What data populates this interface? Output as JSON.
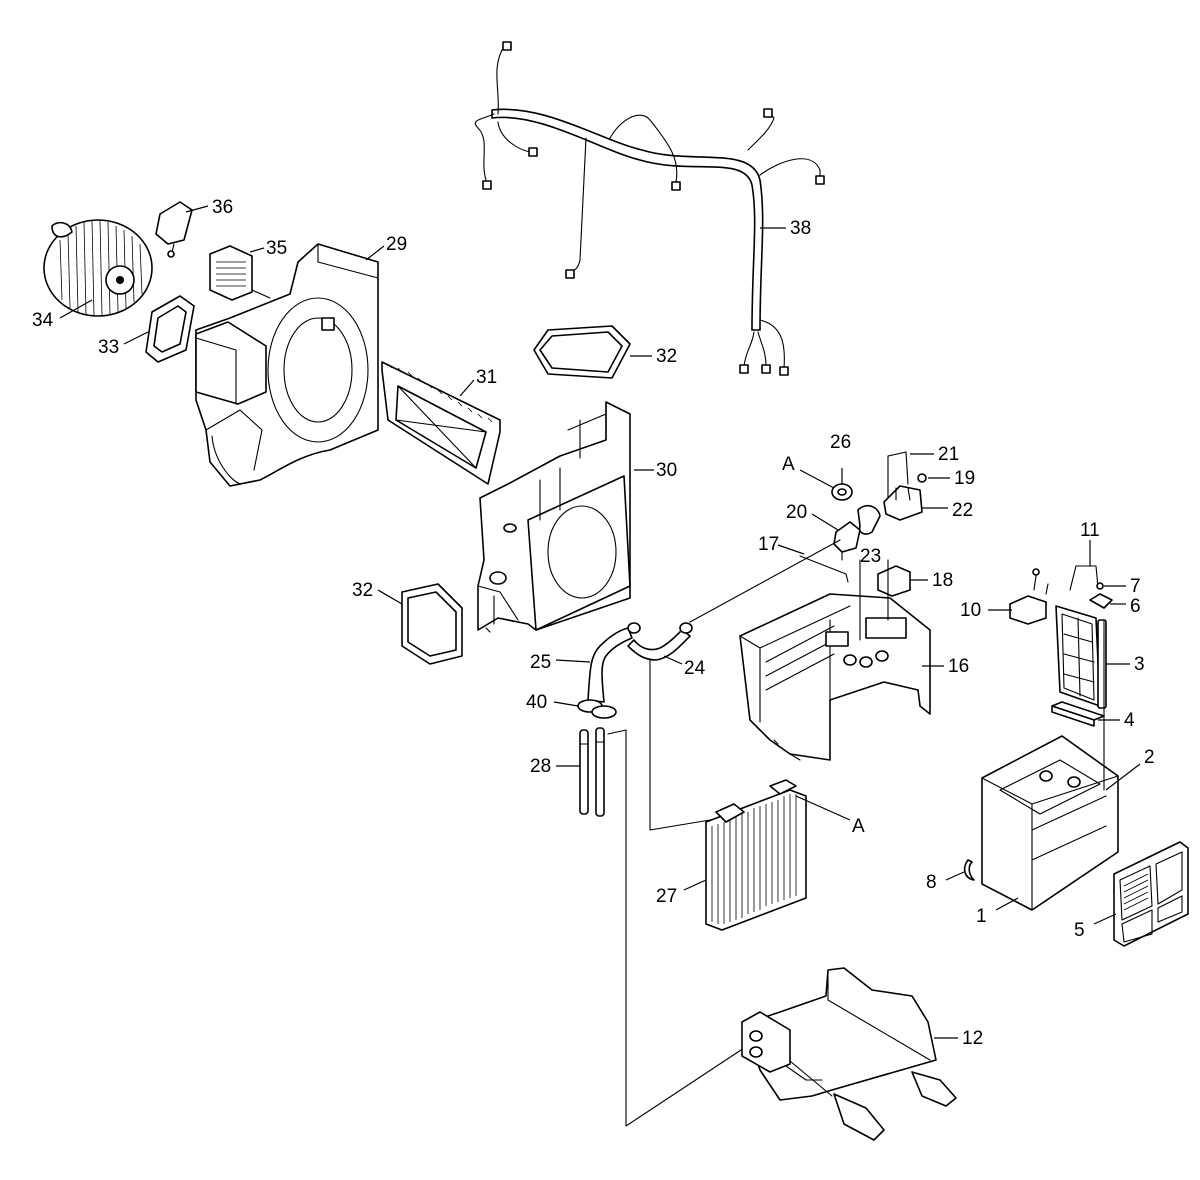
{
  "diagram": {
    "callouts": {
      "c1": "1",
      "c2": "2",
      "c3": "3",
      "c4": "4",
      "c5": "5",
      "c6": "6",
      "c7": "7",
      "c8": "8",
      "c10": "10",
      "c11": "11",
      "c12": "12",
      "c16": "16",
      "c17": "17",
      "c18": "18",
      "c19": "19",
      "c20": "20",
      "c21": "21",
      "c22": "22",
      "c23": "23",
      "c24": "24",
      "c25": "25",
      "c26": "26",
      "c27": "27",
      "c28": "28",
      "c29": "29",
      "c30": "30",
      "c31": "31",
      "c32a": "32",
      "c32b": "32",
      "c33": "33",
      "c34": "34",
      "c35": "35",
      "c36": "36",
      "c38": "38",
      "c40": "40",
      "refA1": "A",
      "refA2": "A"
    }
  }
}
